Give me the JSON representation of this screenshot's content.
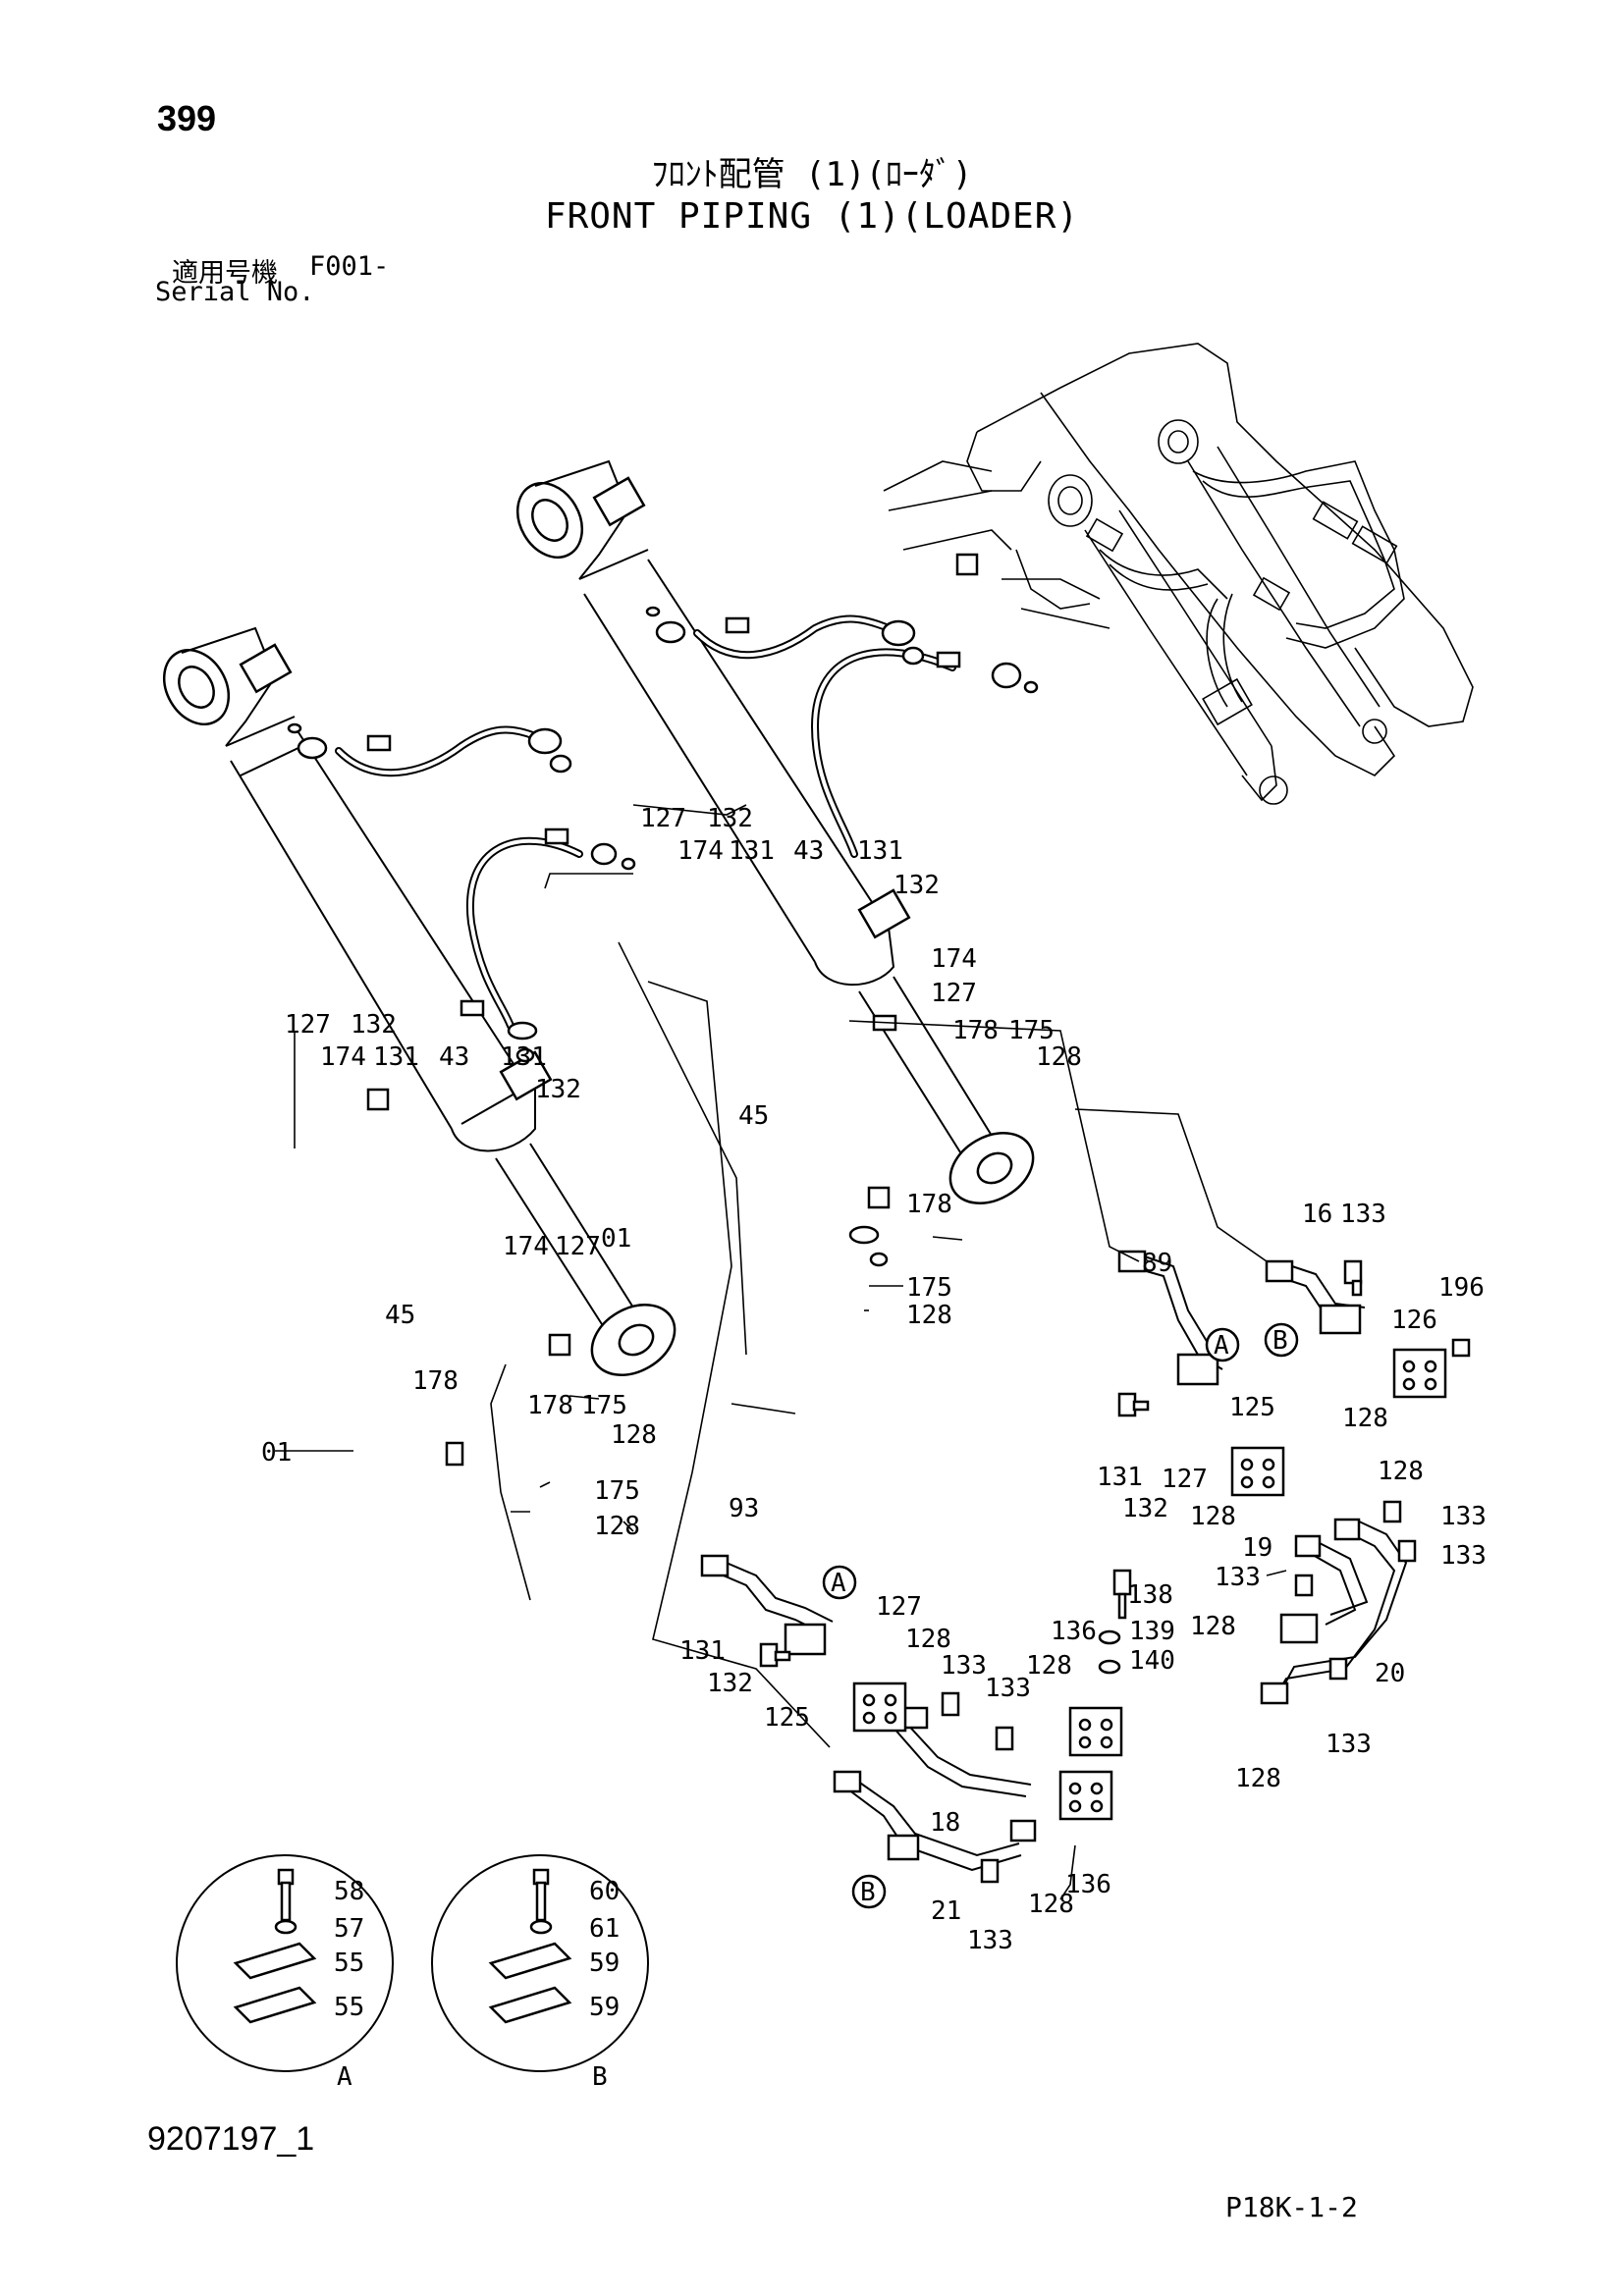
{
  "header": {
    "page_number": "399",
    "title_jp": "ﾌﾛﾝﾄ配管 (1)(ﾛｰﾀﾞ)",
    "title_en": "FRONT PIPING (1)(LOADER)",
    "serial_jp_label": "適用号機",
    "serial_value": "F001-",
    "serial_en_label": "Serial No."
  },
  "footer": {
    "drawing_number": "9207197_1",
    "page_code": "P18K-1-2"
  },
  "callouts": {
    "c01": "01",
    "c16": "16",
    "c18": "18",
    "c19": "19",
    "c20": "20",
    "c21": "21",
    "c43": "43",
    "c45": "45",
    "c55": "55",
    "c57": "57",
    "c58": "58",
    "c59": "59",
    "c60": "60",
    "c61": "61",
    "c89": "89",
    "c93": "93",
    "c125": "125",
    "c126": "126",
    "c127": "127",
    "c128": "128",
    "c131": "131",
    "c132": "132",
    "c133": "133",
    "c136": "136",
    "c138": "138",
    "c139": "139",
    "c140": "140",
    "c174": "174",
    "c175": "175",
    "c178": "178",
    "c196": "196"
  },
  "markers": {
    "a": "A",
    "b": "B"
  }
}
